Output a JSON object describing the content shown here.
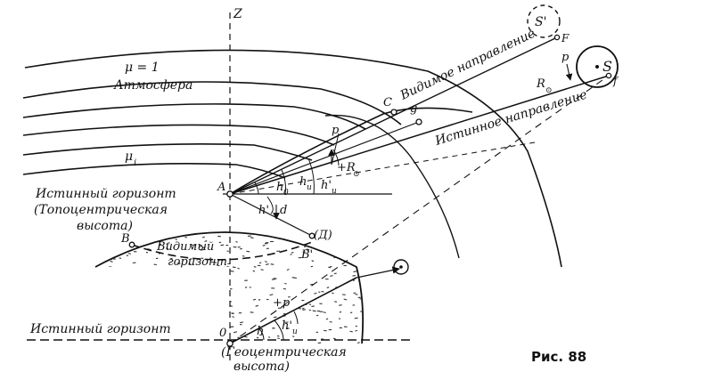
{
  "figure": {
    "caption": "Рис. 88",
    "colors": {
      "ink": "#111111",
      "paper": "#ffffff",
      "stipple": "#333333"
    }
  },
  "labels": {
    "zenith": "Z",
    "mu_one": "μ = 1",
    "atmosphere": "Атмосфера",
    "mu_i": "μ",
    "mu_i_sub": "i",
    "true_horizon_top": "Истинный горизонт",
    "true_horizon_bottom": "Истинный горизонт",
    "topo_height_1": "(Топоцентрическая",
    "topo_height_2": "высота)",
    "geo_height_1": "(Геоцентрическая",
    "geo_height_2": "высота)",
    "visible_horizon_1": "Видимый",
    "visible_horizon_2": "горизонт",
    "apparent_direction": "Видимое направление",
    "true_direction": "Истинное направление",
    "point_A": "A",
    "point_O": "0",
    "point_B": "B",
    "point_B_prime": "B'",
    "point_D": "(Д)",
    "point_C": "C",
    "point_g": "g",
    "point_S": "S",
    "point_S_prime": "S'",
    "point_F": "F",
    "point_f": "f",
    "p_upper": "p",
    "p_right": "p",
    "p_lower": "+p",
    "R_right": "R",
    "R_right_sub": "⊙",
    "R_A": "+R",
    "R_A_sub": "⊙",
    "h_zero": "h",
    "h_zero_sub": "0",
    "h_u": "h",
    "h_u_sub": "u",
    "h_u_prime": "h'",
    "h_u_prime_sub": "u",
    "h_prime": "h'",
    "d": "d",
    "h_O": "h",
    "h_u_prime_O": "h'",
    "h_u_prime_O_sub": "u",
    "sun_symbol": "⊙"
  }
}
